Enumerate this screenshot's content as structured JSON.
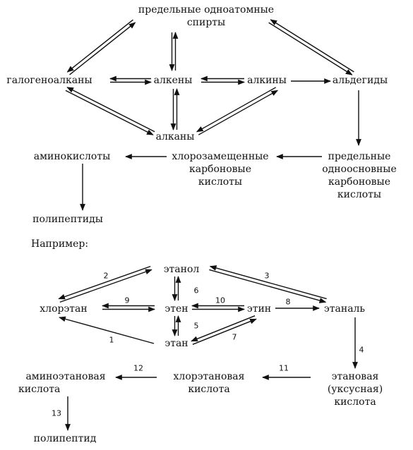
{
  "general": {
    "alcohols_l1": "предельные одноатомные",
    "alcohols_l2": "спирты",
    "haloalkanes": "галогеноалканы",
    "alkenes": "алкены",
    "alkynes": "алкины",
    "aldehydes": "альдегиды",
    "alkanes": "алканы",
    "amino_acids": "аминокислоты",
    "chloro_acids_l1": "хлорозамещенные",
    "chloro_acids_l2": "карбоновые",
    "chloro_acids_l3": "кислоты",
    "sat_acids_l1": "предельные",
    "sat_acids_l2": "одноосновные",
    "sat_acids_l3": "карбоновые",
    "sat_acids_l4": "кислоты",
    "polypeptides": "полипептиды"
  },
  "example_heading": "Например:",
  "example": {
    "ethanol": "этанол",
    "chloroethane": "хлорэтан",
    "ethene": "этен",
    "ethyne": "этин",
    "ethanal": "этаналь",
    "ethane": "этан",
    "aminoethanoic_l1": "аминоэтановая",
    "aminoethanoic_l2": "кислота",
    "chloroethanoic_l1": "хлорэтановая",
    "chloroethanoic_l2": "кислота",
    "ethanoic_l1": "этановая",
    "ethanoic_l2": "(уксусная)",
    "ethanoic_l3": "кислота",
    "polypeptide": "полипептид"
  },
  "reaction_numbers": {
    "n1": "1",
    "n2": "2",
    "n3": "3",
    "n4": "4",
    "n5": "5",
    "n6": "6",
    "n7": "7",
    "n8": "8",
    "n9": "9",
    "n10": "10",
    "n11": "11",
    "n12": "12",
    "n13": "13"
  }
}
